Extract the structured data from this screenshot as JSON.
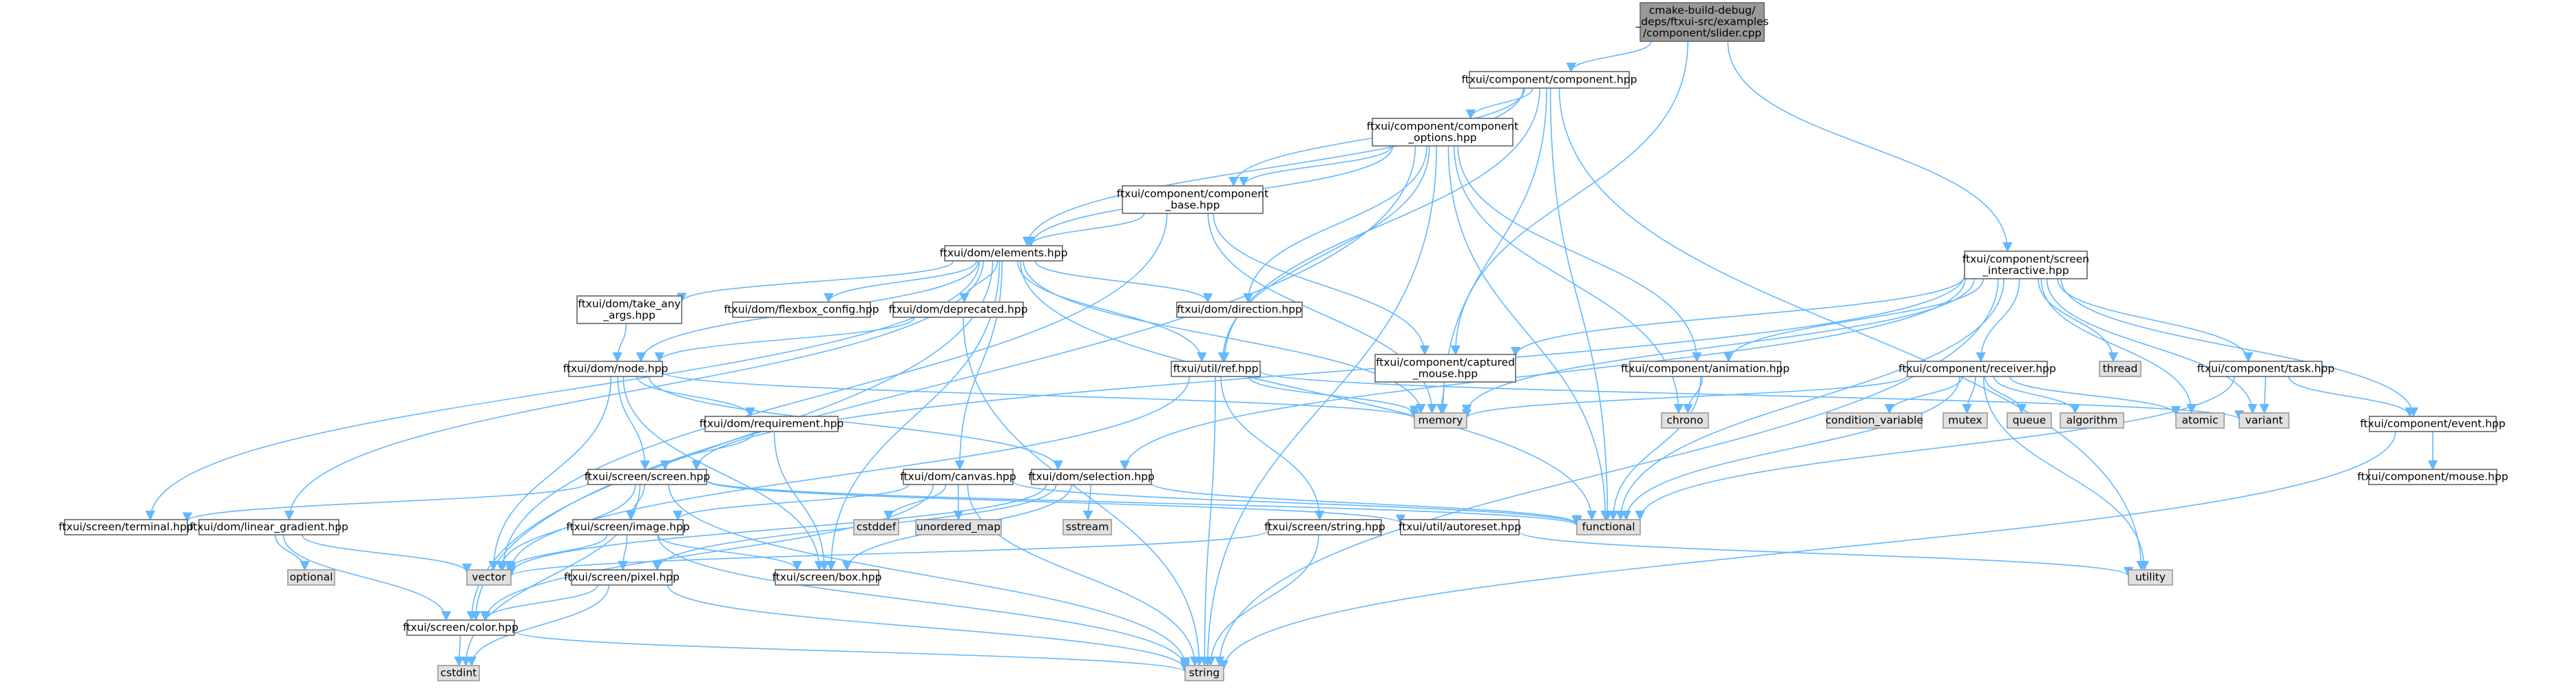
{
  "diagram": {
    "type": "include-dependency-graph",
    "colors": {
      "root_fill": "#999999",
      "root_stroke": "#666666",
      "node_fill": "#ffffff",
      "node_stroke": "#666666",
      "system_fill": "#e0e0e0",
      "system_stroke": "#999999",
      "edge": "#63b8ff",
      "text": "#000000"
    },
    "nodes": {
      "root": {
        "lines": [
          "cmake-build-debug/",
          "_deps/ftxui-src/examples",
          "/component/slider.cpp"
        ],
        "kind": "root"
      },
      "component_hpp": {
        "lines": [
          "ftxui/component/component.hpp"
        ],
        "kind": "header"
      },
      "component_options": {
        "lines": [
          "ftxui/component/component",
          "_options.hpp"
        ],
        "kind": "header"
      },
      "component_base": {
        "lines": [
          "ftxui/component/component",
          "_base.hpp"
        ],
        "kind": "header"
      },
      "elements": {
        "lines": [
          "ftxui/dom/elements.hpp"
        ],
        "kind": "header"
      },
      "screen_interactive": {
        "lines": [
          "ftxui/component/screen",
          "_interactive.hpp"
        ],
        "kind": "header"
      },
      "take_any_args": {
        "lines": [
          "ftxui/dom/take_any",
          "_args.hpp"
        ],
        "kind": "header"
      },
      "flexbox_config": {
        "lines": [
          "ftxui/dom/flexbox_config.hpp"
        ],
        "kind": "header"
      },
      "deprecated": {
        "lines": [
          "ftxui/dom/deprecated.hpp"
        ],
        "kind": "header"
      },
      "direction": {
        "lines": [
          "ftxui/dom/direction.hpp"
        ],
        "kind": "header"
      },
      "thread": {
        "lines": [
          "thread"
        ],
        "kind": "system"
      },
      "node_hpp": {
        "lines": [
          "ftxui/dom/node.hpp"
        ],
        "kind": "header"
      },
      "ref_hpp": {
        "lines": [
          "ftxui/util/ref.hpp"
        ],
        "kind": "header"
      },
      "captured_mouse": {
        "lines": [
          "ftxui/component/captured",
          "_mouse.hpp"
        ],
        "kind": "header"
      },
      "animation": {
        "lines": [
          "ftxui/component/animation.hpp"
        ],
        "kind": "header"
      },
      "receiver": {
        "lines": [
          "ftxui/component/receiver.hpp"
        ],
        "kind": "header"
      },
      "task": {
        "lines": [
          "ftxui/component/task.hpp"
        ],
        "kind": "header"
      },
      "memory": {
        "lines": [
          "memory"
        ],
        "kind": "system"
      },
      "chrono": {
        "lines": [
          "chrono"
        ],
        "kind": "system"
      },
      "condition_variable": {
        "lines": [
          "condition_variable"
        ],
        "kind": "system"
      },
      "mutex": {
        "lines": [
          "mutex"
        ],
        "kind": "system"
      },
      "queue": {
        "lines": [
          "queue"
        ],
        "kind": "system"
      },
      "algorithm": {
        "lines": [
          "algorithm"
        ],
        "kind": "system"
      },
      "atomic": {
        "lines": [
          "atomic"
        ],
        "kind": "system"
      },
      "variant": {
        "lines": [
          "variant"
        ],
        "kind": "system"
      },
      "requirement": {
        "lines": [
          "ftxui/dom/requirement.hpp"
        ],
        "kind": "header"
      },
      "event": {
        "lines": [
          "ftxui/component/event.hpp"
        ],
        "kind": "header"
      },
      "screen_hpp": {
        "lines": [
          "ftxui/screen/screen.hpp"
        ],
        "kind": "header"
      },
      "canvas": {
        "lines": [
          "ftxui/dom/canvas.hpp"
        ],
        "kind": "header"
      },
      "selection": {
        "lines": [
          "ftxui/dom/selection.hpp"
        ],
        "kind": "header"
      },
      "mouse": {
        "lines": [
          "ftxui/component/mouse.hpp"
        ],
        "kind": "header"
      },
      "terminal": {
        "lines": [
          "ftxui/screen/terminal.hpp"
        ],
        "kind": "header"
      },
      "linear_gradient": {
        "lines": [
          "ftxui/dom/linear_gradient.hpp"
        ],
        "kind": "header"
      },
      "image": {
        "lines": [
          "ftxui/screen/image.hpp"
        ],
        "kind": "header"
      },
      "cstddef": {
        "lines": [
          "cstddef"
        ],
        "kind": "system"
      },
      "unordered_map": {
        "lines": [
          "unordered_map"
        ],
        "kind": "system"
      },
      "sstream": {
        "lines": [
          "sstream"
        ],
        "kind": "system"
      },
      "functional": {
        "lines": [
          "functional"
        ],
        "kind": "system"
      },
      "string_hpp": {
        "lines": [
          "ftxui/screen/string.hpp"
        ],
        "kind": "header"
      },
      "autoreset": {
        "lines": [
          "ftxui/util/autoreset.hpp"
        ],
        "kind": "header"
      },
      "optional": {
        "lines": [
          "optional"
        ],
        "kind": "system"
      },
      "vector": {
        "lines": [
          "vector"
        ],
        "kind": "system"
      },
      "box": {
        "lines": [
          "ftxui/screen/box.hpp"
        ],
        "kind": "header"
      },
      "utility": {
        "lines": [
          "utility"
        ],
        "kind": "system"
      },
      "pixel": {
        "lines": [
          "ftxui/screen/pixel.hpp"
        ],
        "kind": "header"
      },
      "color": {
        "lines": [
          "ftxui/screen/color.hpp"
        ],
        "kind": "header"
      },
      "cstdint": {
        "lines": [
          "cstdint"
        ],
        "kind": "system"
      },
      "string": {
        "lines": [
          "string"
        ],
        "kind": "system"
      }
    },
    "edges": [
      [
        "root",
        "component_hpp"
      ],
      [
        "root",
        "captured_mouse"
      ],
      [
        "root",
        "screen_interactive"
      ],
      [
        "component_hpp",
        "component_options"
      ],
      [
        "component_hpp",
        "component_base"
      ],
      [
        "component_hpp",
        "elements"
      ],
      [
        "component_hpp",
        "ref_hpp"
      ],
      [
        "component_hpp",
        "memory"
      ],
      [
        "component_hpp",
        "functional"
      ],
      [
        "component_hpp",
        "utility"
      ],
      [
        "component_options",
        "component_base"
      ],
      [
        "component_options",
        "elements"
      ],
      [
        "component_options",
        "direction"
      ],
      [
        "component_options",
        "ref_hpp"
      ],
      [
        "component_options",
        "animation"
      ],
      [
        "component_options",
        "chrono"
      ],
      [
        "component_options",
        "functional"
      ],
      [
        "component_options",
        "string"
      ],
      [
        "component_options",
        "color"
      ],
      [
        "component_base",
        "elements"
      ],
      [
        "component_base",
        "captured_mouse"
      ],
      [
        "component_base",
        "memory"
      ],
      [
        "component_base",
        "vector"
      ],
      [
        "elements",
        "take_any_args"
      ],
      [
        "elements",
        "flexbox_config"
      ],
      [
        "elements",
        "deprecated"
      ],
      [
        "elements",
        "direction"
      ],
      [
        "elements",
        "node_hpp"
      ],
      [
        "elements",
        "ref_hpp"
      ],
      [
        "elements",
        "canvas"
      ],
      [
        "elements",
        "linear_gradient"
      ],
      [
        "elements",
        "terminal"
      ],
      [
        "elements",
        "color"
      ],
      [
        "elements",
        "box"
      ],
      [
        "elements",
        "memory"
      ],
      [
        "elements",
        "functional"
      ],
      [
        "take_any_args",
        "node_hpp"
      ],
      [
        "deprecated",
        "node_hpp"
      ],
      [
        "deprecated",
        "string"
      ],
      [
        "node_hpp",
        "requirement"
      ],
      [
        "node_hpp",
        "selection"
      ],
      [
        "node_hpp",
        "screen_hpp"
      ],
      [
        "node_hpp",
        "box"
      ],
      [
        "node_hpp",
        "memory"
      ],
      [
        "node_hpp",
        "vector"
      ],
      [
        "requirement",
        "screen_hpp"
      ],
      [
        "requirement",
        "box"
      ],
      [
        "screen_hpp",
        "image"
      ],
      [
        "screen_hpp",
        "terminal"
      ],
      [
        "screen_hpp",
        "functional"
      ],
      [
        "screen_hpp",
        "string"
      ],
      [
        "screen_hpp",
        "vector"
      ],
      [
        "screen_hpp",
        "cstdint"
      ],
      [
        "screen_hpp",
        "autoreset"
      ],
      [
        "image",
        "pixel"
      ],
      [
        "image",
        "box"
      ],
      [
        "image",
        "string"
      ],
      [
        "image",
        "vector"
      ],
      [
        "pixel",
        "color"
      ],
      [
        "pixel",
        "string"
      ],
      [
        "pixel",
        "cstdint"
      ],
      [
        "color",
        "cstdint"
      ],
      [
        "color",
        "string"
      ],
      [
        "linear_gradient",
        "color"
      ],
      [
        "linear_gradient",
        "optional"
      ],
      [
        "linear_gradient",
        "vector"
      ],
      [
        "canvas",
        "image"
      ],
      [
        "canvas",
        "cstddef"
      ],
      [
        "canvas",
        "unordered_map"
      ],
      [
        "canvas",
        "functional"
      ],
      [
        "canvas",
        "string"
      ],
      [
        "canvas",
        "color"
      ],
      [
        "selection",
        "sstream"
      ],
      [
        "selection",
        "functional"
      ],
      [
        "selection",
        "box"
      ],
      [
        "selection",
        "vector"
      ],
      [
        "selection",
        "pixel"
      ],
      [
        "ref_hpp",
        "memory"
      ],
      [
        "ref_hpp",
        "string_hpp"
      ],
      [
        "ref_hpp",
        "string"
      ],
      [
        "ref_hpp",
        "variant"
      ],
      [
        "ref_hpp",
        "vector"
      ],
      [
        "string_hpp",
        "string"
      ],
      [
        "string_hpp",
        "vector"
      ],
      [
        "autoreset",
        "utility"
      ],
      [
        "screen_interactive",
        "atomic"
      ],
      [
        "screen_interactive",
        "thread"
      ],
      [
        "screen_interactive",
        "captured_mouse"
      ],
      [
        "screen_interactive",
        "animation"
      ],
      [
        "screen_interactive",
        "receiver"
      ],
      [
        "screen_interactive",
        "task"
      ],
      [
        "screen_interactive",
        "event"
      ],
      [
        "screen_interactive",
        "selection"
      ],
      [
        "screen_interactive",
        "screen_hpp"
      ],
      [
        "screen_interactive",
        "functional"
      ],
      [
        "screen_interactive",
        "memory"
      ],
      [
        "screen_interactive",
        "string"
      ],
      [
        "screen_interactive",
        "variant"
      ],
      [
        "captured_mouse",
        "memory"
      ],
      [
        "animation",
        "chrono"
      ],
      [
        "animation",
        "functional"
      ],
      [
        "receiver",
        "algorithm"
      ],
      [
        "receiver",
        "atomic"
      ],
      [
        "receiver",
        "condition_variable"
      ],
      [
        "receiver",
        "functional"
      ],
      [
        "receiver",
        "memory"
      ],
      [
        "receiver",
        "mutex"
      ],
      [
        "receiver",
        "queue"
      ],
      [
        "receiver",
        "utility"
      ],
      [
        "task",
        "variant"
      ],
      [
        "task",
        "event"
      ],
      [
        "task",
        "functional"
      ],
      [
        "event",
        "mouse"
      ],
      [
        "event",
        "string"
      ]
    ]
  }
}
